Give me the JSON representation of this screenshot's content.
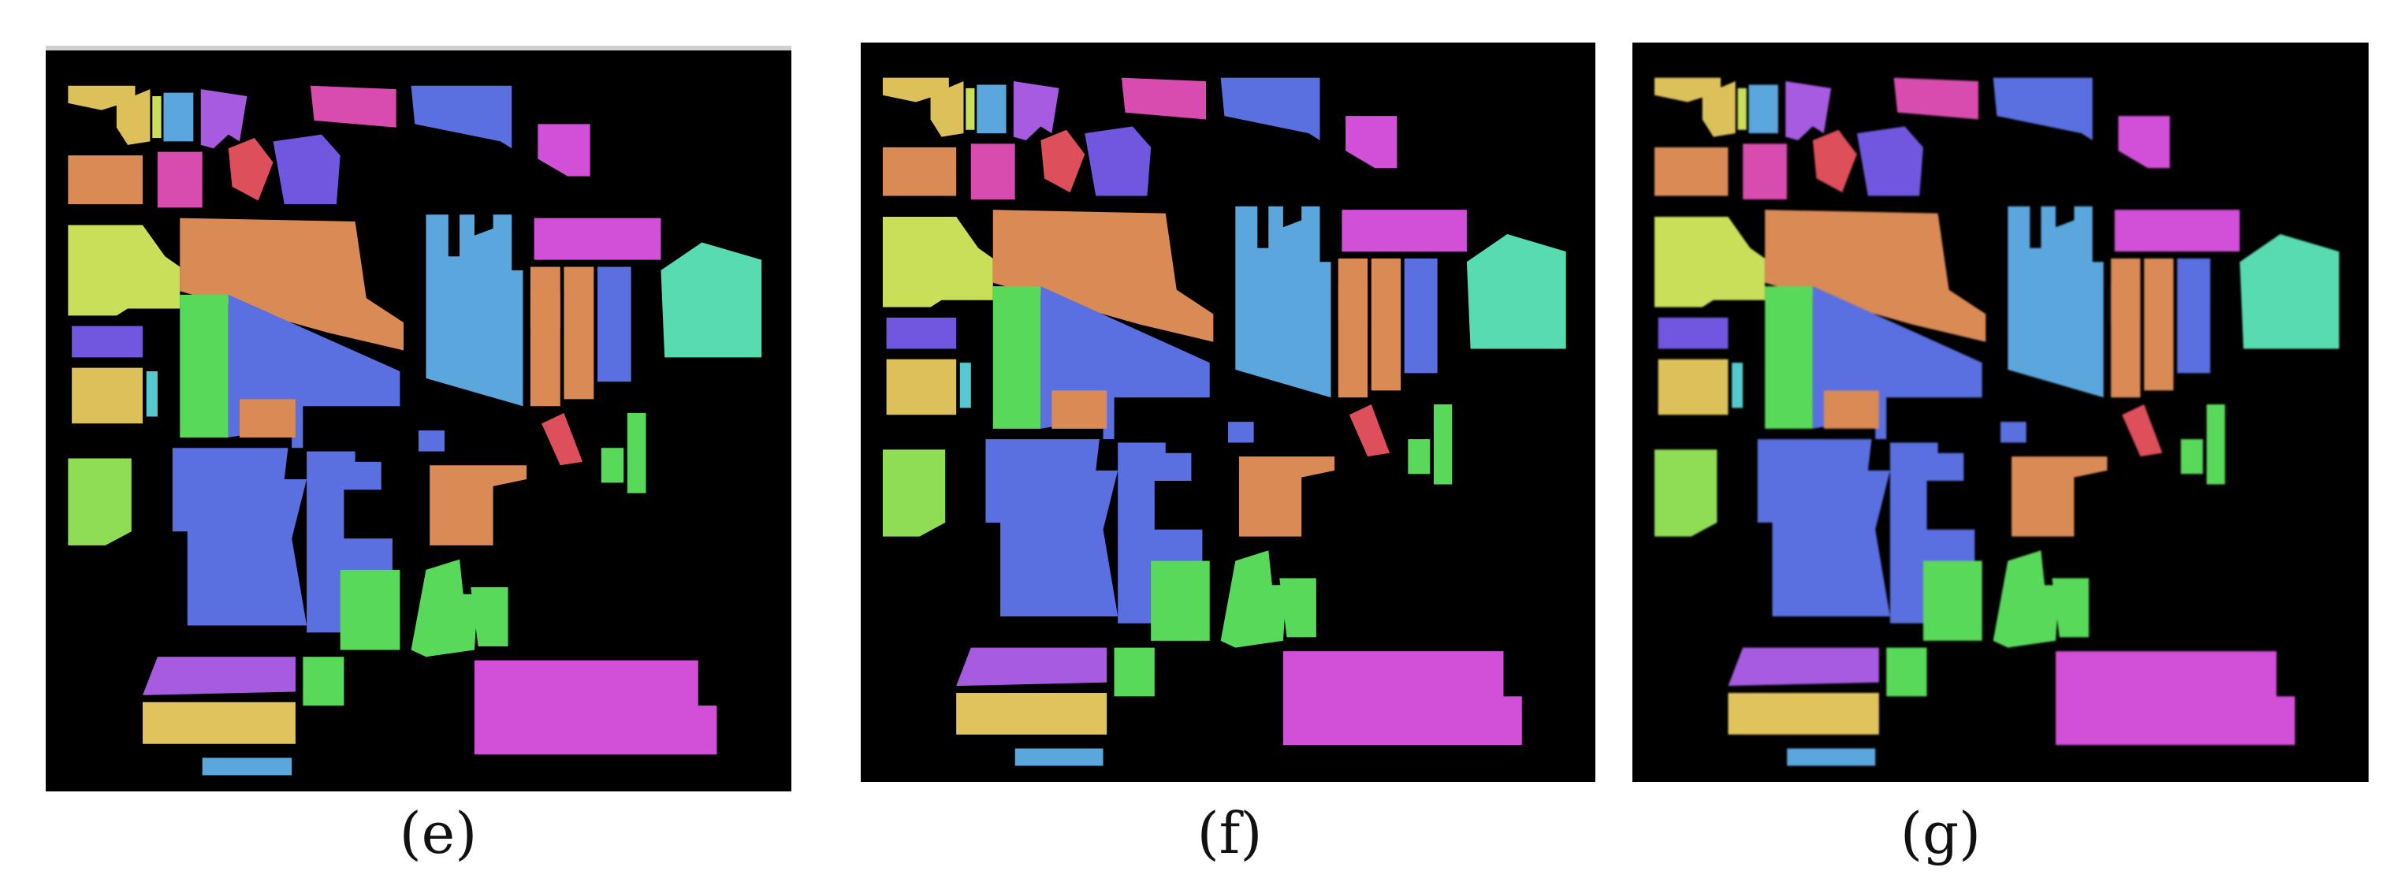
{
  "captions": {
    "e": "(e)",
    "f": "(f)",
    "g": "(g)"
  },
  "palette": {
    "yellow": "#dcc15a",
    "gold": "#e0c35d",
    "orange": "#d98a55",
    "blue": "#5a6fe0",
    "lightblue": "#5aa6dd",
    "purple": "#7157df",
    "magenta": "#d24fd8",
    "pink": "#d74cae",
    "hotpink": "#dd4f9e",
    "red": "#dd4f5a",
    "teal": "#58dbb0",
    "green": "#59d95a",
    "lightgreen": "#8fdc55",
    "lime": "#c9df5a",
    "cyan": "#55c9cf",
    "violet": "#a65be0"
  }
}
